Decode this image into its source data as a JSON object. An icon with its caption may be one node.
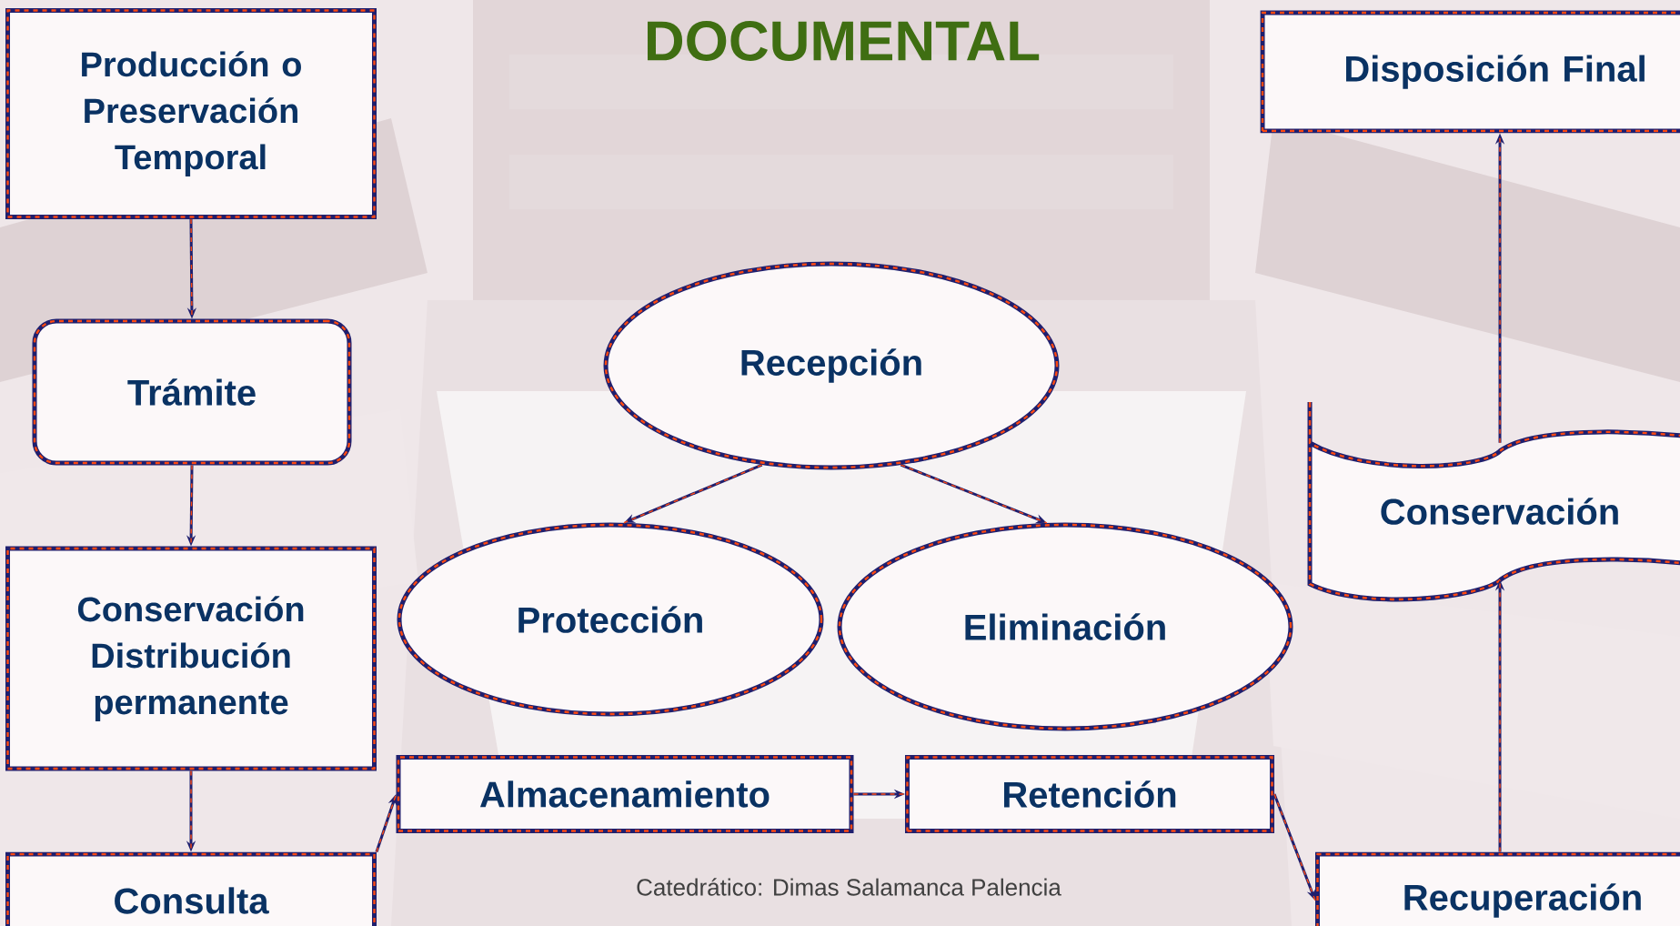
{
  "diagram": {
    "title": "DOCUMENTAL",
    "nodes": [
      {
        "text": [
          "Producción o Preservación Temporal"
        ]
      },
      {
        "text": [
          "Trámite"
        ]
      },
      {
        "text": [
          "Conservación Distribución permanente"
        ]
      },
      {
        "text": [
          "Consulta"
        ]
      },
      {
        "text": [
          "Recepción"
        ]
      },
      {
        "text": [
          "Protección"
        ]
      },
      {
        "text": [
          "Eliminación"
        ]
      },
      {
        "text": [
          "Almacenamiento"
        ]
      },
      {
        "text": [
          "Retención"
        ]
      },
      {
        "text": [
          "Recuperación"
        ]
      },
      {
        "text": [
          "Conservación"
        ]
      },
      {
        "text": [
          "Disposición Final"
        ]
      }
    ],
    "edges": [
      {
        "from": 0,
        "to": 1,
        "arrow": "to"
      },
      {
        "from": 1,
        "to": 2,
        "arrow": "to"
      },
      {
        "from": 2,
        "to": 3,
        "arrow": "to"
      },
      {
        "from": 3,
        "to": 7,
        "arrow": "to"
      },
      {
        "from": 7,
        "to": 8,
        "arrow": "to"
      },
      {
        "from": 4,
        "to": 5,
        "arrow": "to"
      },
      {
        "from": 4,
        "to": 6,
        "arrow": "to"
      },
      {
        "from": 8,
        "to": 9,
        "arrow": "to"
      },
      {
        "from": 9,
        "to": 10,
        "arrow": "to"
      },
      {
        "from": 10,
        "to": 11,
        "arrow": "to"
      }
    ],
    "labels": [
      "Catedrático: Dimas Salamanca Palencia"
    ]
  }
}
